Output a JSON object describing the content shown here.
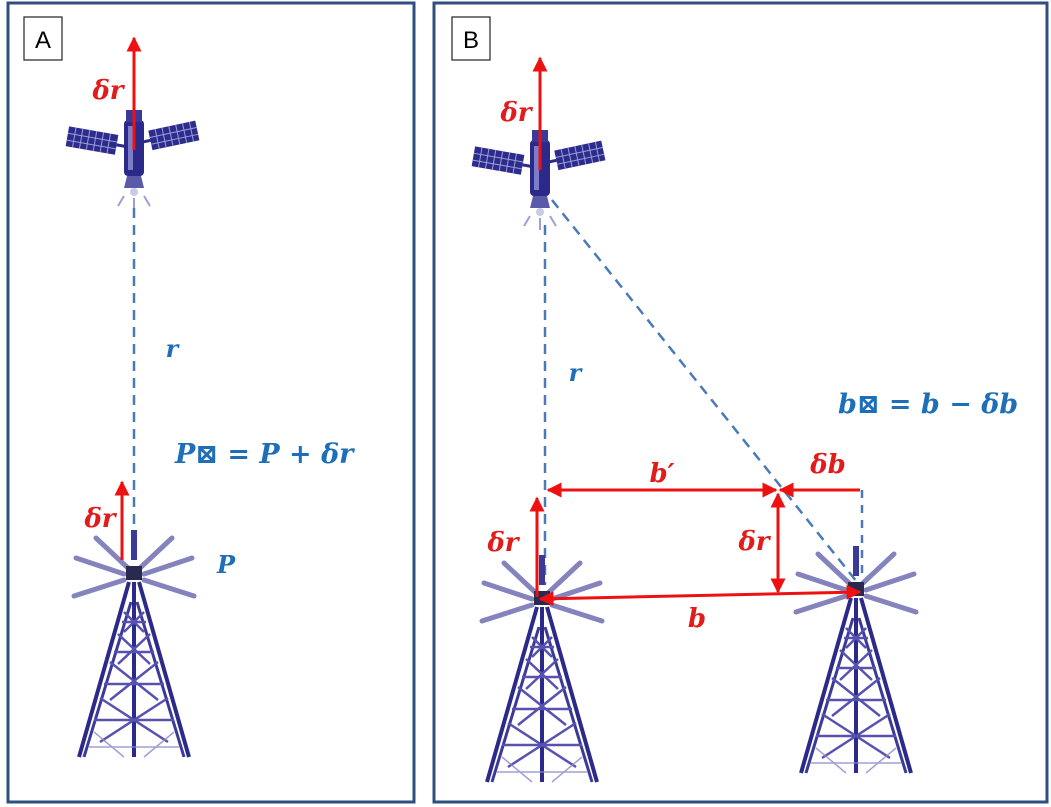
{
  "panels": {
    "a": {
      "letter": "A",
      "delta_r_top": "δr",
      "r": "r",
      "equation": "P⊠ = P + δr",
      "delta_r_bottom": "δr",
      "p": "P"
    },
    "b": {
      "letter": "B",
      "delta_r_top": "δr",
      "r": "r",
      "equation": "b⊠ = b − δb",
      "b_prime": "b′",
      "delta_b": "δb",
      "delta_r_left": "δr",
      "delta_r_mid": "δr",
      "b": "b"
    }
  },
  "colors": {
    "panel_border": "#2f4f80",
    "arrow": "#ee1111",
    "dashed_line": "#4a7ab8",
    "blue_label": "#1f6fb8",
    "red_label": "#e21b1b",
    "icon": "#2b2a8a"
  },
  "icons": [
    "satellite-icon",
    "tower-icon"
  ]
}
